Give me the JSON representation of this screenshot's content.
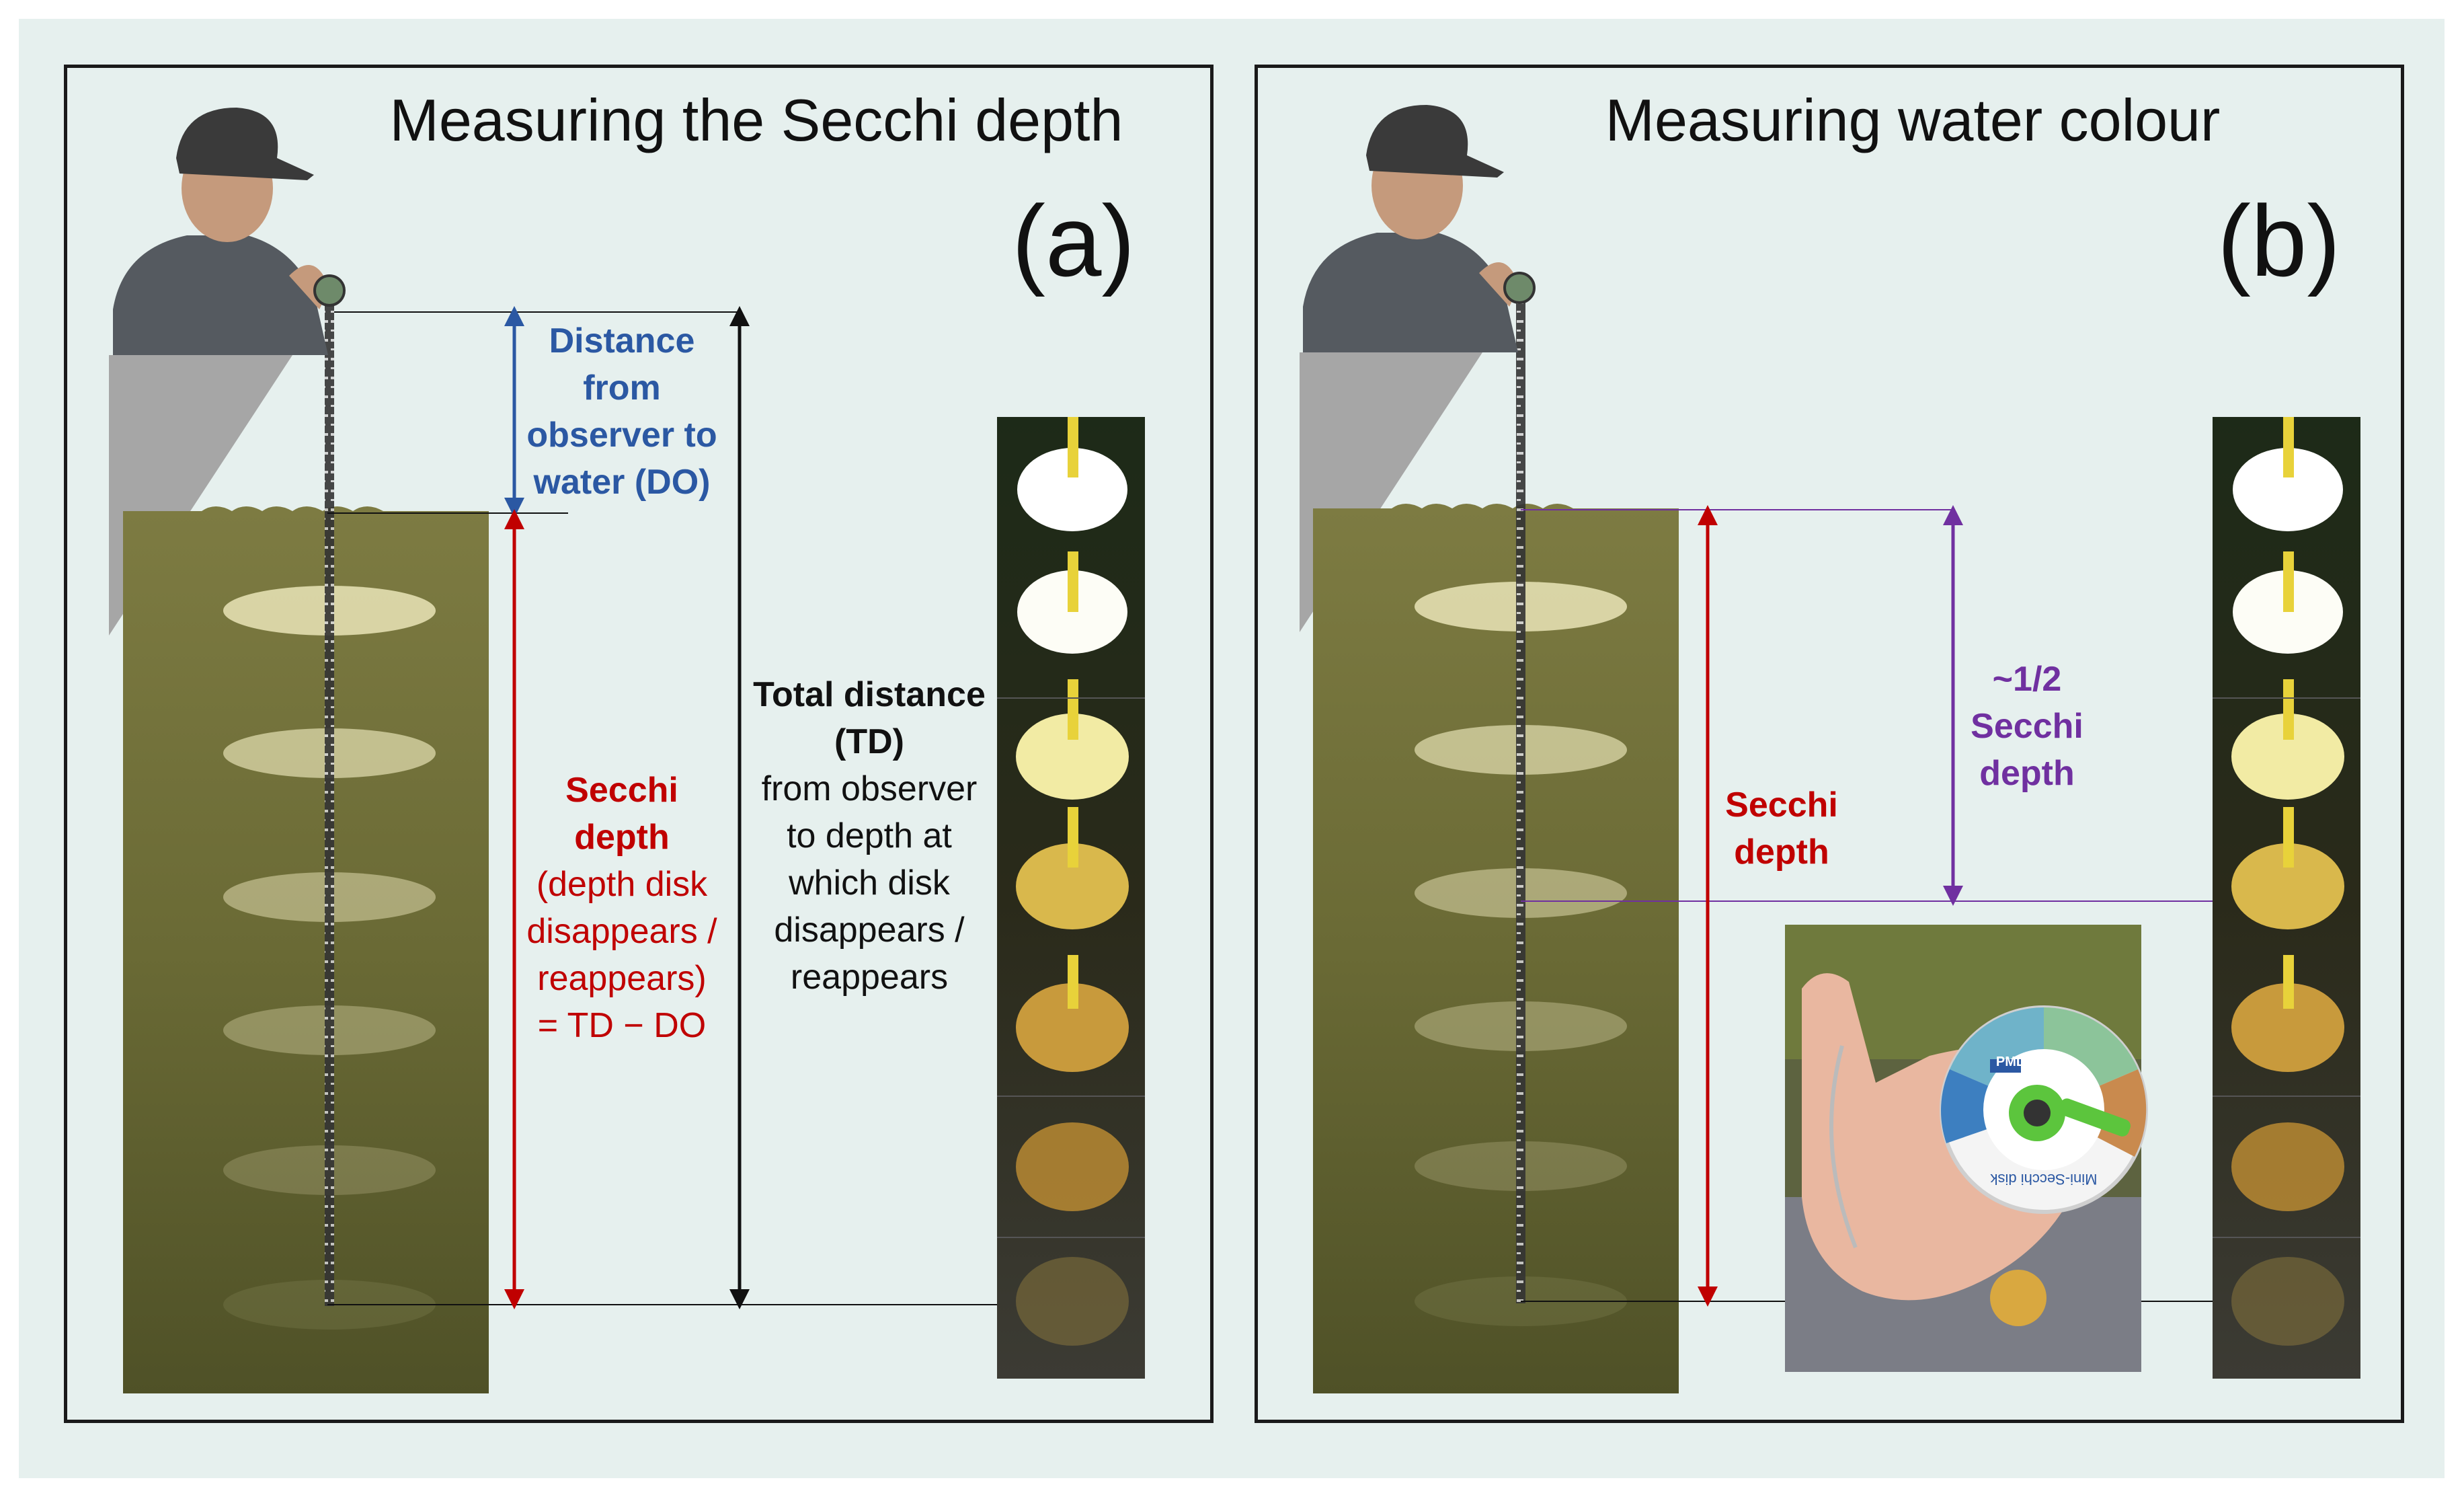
{
  "panel_a": {
    "title": "Measuring the Secchi depth",
    "letter": "(a)",
    "do_label": [
      "Distance",
      "from",
      "observer to",
      "water (DO)"
    ],
    "secchi_label_bold": [
      "Secchi",
      "depth"
    ],
    "secchi_label_normal": [
      "(depth disk",
      "disappears /",
      "reappears)",
      "= TD − DO"
    ],
    "td_label_bold": [
      "Total distance",
      "(TD)"
    ],
    "td_label_normal": [
      "from observer",
      "to depth at",
      "which disk",
      "disappears /",
      "reappears"
    ]
  },
  "panel_b": {
    "title": "Measuring water colour",
    "letter": "(b)",
    "half_label": [
      "~1/2",
      "Secchi",
      "depth"
    ],
    "secchi_label": [
      "Secchi",
      "depth"
    ],
    "device_text": "Mini-Secchi disk",
    "device_logo": "PML"
  },
  "colors": {
    "do": "#2b58a3",
    "secchi": "#c00000",
    "half": "#7030a0",
    "water": "#6b6a36",
    "bank": "#a6a6a6"
  }
}
